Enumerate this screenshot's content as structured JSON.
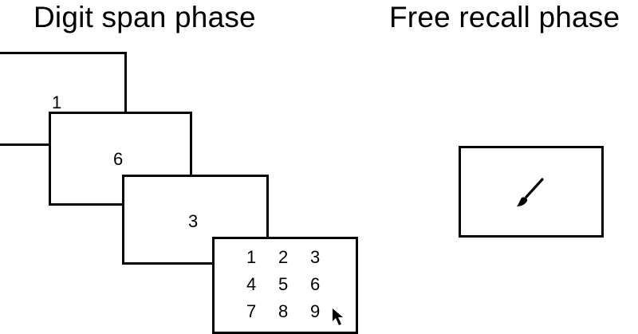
{
  "titles": {
    "digit_span": "Digit span phase",
    "free_recall": "Free recall phase"
  },
  "digit_span_screens": [
    {
      "digit": "1"
    },
    {
      "digit": "6"
    },
    {
      "digit": "3"
    }
  ],
  "response_keypad": {
    "keys": [
      "1",
      "2",
      "3",
      "4",
      "5",
      "6",
      "7",
      "8",
      "9"
    ]
  },
  "icons": {
    "pointer": "mouse-cursor-icon",
    "recall": "paintbrush-icon"
  }
}
